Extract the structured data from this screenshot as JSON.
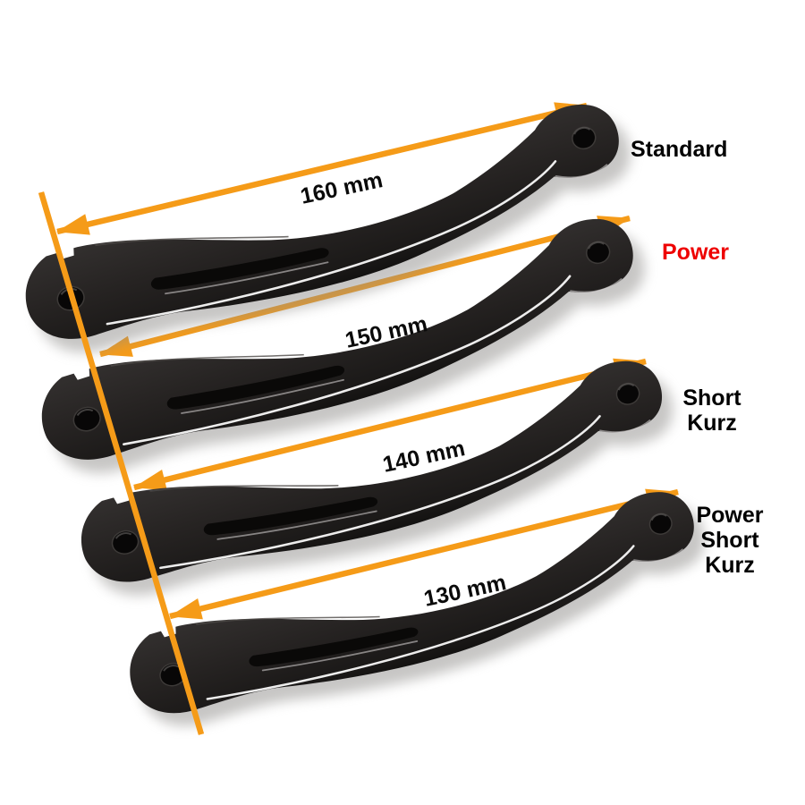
{
  "colors": {
    "background": "#ffffff",
    "arrow_orange": "#f59b18",
    "label_black": "#000000",
    "power_red": "#ee0000",
    "lever_black": "#24211f"
  },
  "levers": [
    {
      "name_lines": [
        "Standard"
      ],
      "length": "160 mm"
    },
    {
      "name_lines": [
        "Power"
      ],
      "length": "150 mm"
    },
    {
      "name_lines": [
        "Short",
        "Kurz"
      ],
      "length": "140 mm"
    },
    {
      "name_lines": [
        "Power",
        "Short",
        "Kurz"
      ],
      "length": "130 mm"
    }
  ]
}
